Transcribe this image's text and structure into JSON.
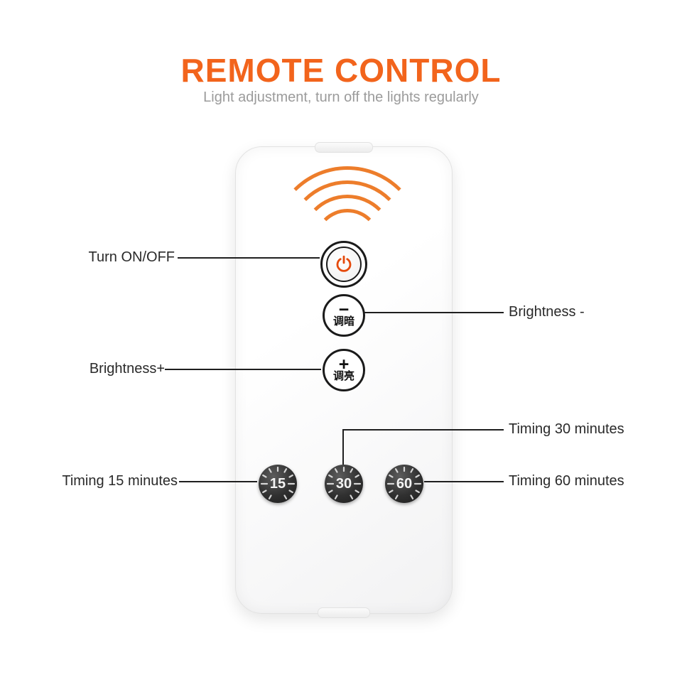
{
  "header": {
    "title": "REMOTE CONTROL",
    "subtitle": "Light adjustment, turn off the lights regularly"
  },
  "callouts": {
    "turn_on_off": "Turn ON/OFF",
    "brightness_minus": "Brightness -",
    "brightness_plus": "Brightness+",
    "timing_30": "Timing 30 minutes",
    "timing_15": "Timing 15 minutes",
    "timing_60": "Timing 60 minutes"
  },
  "remote": {
    "power_button": {
      "icon": "power-icon"
    },
    "dim_button": {
      "symbol": "−",
      "label": "调暗"
    },
    "brighten_button": {
      "symbol": "+",
      "label": "调亮"
    },
    "timer_buttons": [
      {
        "label": "15"
      },
      {
        "label": "30"
      },
      {
        "label": "60"
      }
    ],
    "signal_icon": "signal-waves-icon"
  },
  "colors": {
    "title_orange": "#F2641C",
    "signal_orange": "#ED7D2B",
    "power_icon_orange": "#E54A0C",
    "timer_button_dark": "#303030",
    "label_text": "#2A2A2A",
    "subtitle_gray": "#9B9B9B"
  }
}
